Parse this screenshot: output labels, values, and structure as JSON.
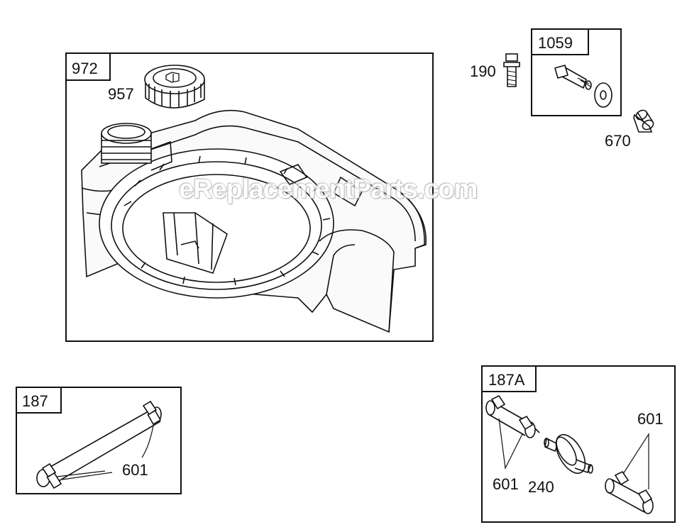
{
  "watermark": "eReplacementParts.com",
  "groups": {
    "fuel_tank": {
      "label": "972"
    },
    "screw_group": {
      "label": "1059"
    },
    "fuel_line_187": {
      "label": "187"
    },
    "fuel_line_187a": {
      "label": "187A"
    }
  },
  "parts": {
    "fuel_cap": "957",
    "bolt": "190",
    "spacer": "670",
    "clamp_187": "601",
    "clamp_187a_left": "601",
    "clamp_187a_right": "601",
    "fuel_filter": "240"
  }
}
